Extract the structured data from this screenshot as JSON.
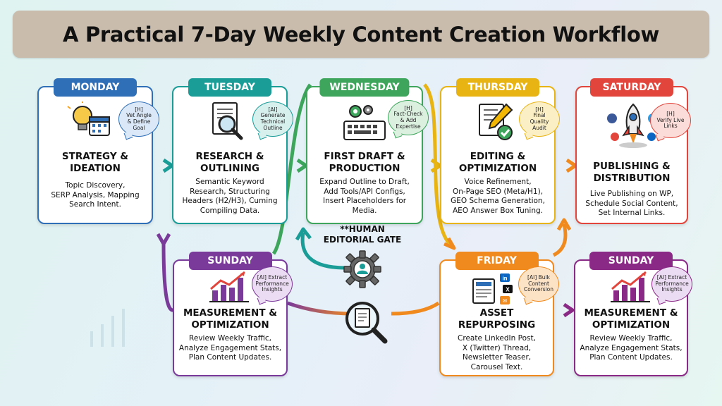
{
  "title": "A Practical 7-Day Weekly Content Creation Workflow",
  "colors": {
    "monday": "#2f6fb8",
    "tuesday": "#1a9c97",
    "wednesday": "#3ea65c",
    "thursday": "#e8b414",
    "saturday": "#e2453c",
    "sunday": "#7a3a9a",
    "friday": "#f08a1e"
  },
  "cards": {
    "monday": {
      "day": "MONDAY",
      "bubble": [
        "[H]",
        "Vet Angle",
        "& Define",
        "Goal"
      ],
      "title": [
        "STRATEGY &",
        "IDEATION"
      ],
      "body": [
        "Topic Discovery,",
        "SERP Analysis, Mapping",
        "Search Intent."
      ],
      "icon": "lightbulb-calendar-icon"
    },
    "tuesday": {
      "day": "TUESDAY",
      "bubble": [
        "[AI]",
        "Generate",
        "Technical",
        "Outline"
      ],
      "title": [
        "RESEARCH &",
        "OUTLINING"
      ],
      "body": [
        "Semantic Keyword",
        "Research, Structuring",
        "Headers (H2/H3), Cuming",
        "Compiling Data."
      ],
      "icon": "document-magnifier-icon"
    },
    "wednesday": {
      "day": "WEDNESDAY",
      "bubble": [
        "[H]",
        "Fact-Check",
        "& Add",
        "Expertise"
      ],
      "title": [
        "FIRST DRAFT &",
        "PRODUCTION"
      ],
      "body": [
        "Expand Outline to Draft,",
        "Add Tools/API Configs,",
        "Insert Placeholders for",
        "Media."
      ],
      "icon": "keyboard-gears-icon"
    },
    "thursday": {
      "day": "THURSDAY",
      "bubble": [
        "[H]",
        "Final",
        "Quality",
        "Audit"
      ],
      "title": [
        "EDITING &",
        "OPTIMIZATION"
      ],
      "body": [
        "Voice Refinement,",
        "On-Page SEO (Meta/H1),",
        "GEO Schema Generation,",
        "AEO Answer Box Tuning."
      ],
      "icon": "document-pencil-check-icon"
    },
    "saturday": {
      "day": "SATURDAY",
      "bubble": [
        "[H]",
        "Verify Live",
        "Links"
      ],
      "title": [
        "PUBLISHING &",
        "DISTRIBUTION"
      ],
      "body": [
        "Live Publishing on WP,",
        "Schedule Social Content,",
        "Set Internal Links."
      ],
      "icon": "rocket-social-icon"
    },
    "sunday_left": {
      "day": "SUNDAY",
      "bubble": [
        "[AI] Extract",
        "Performance",
        "Insights"
      ],
      "title": [
        "MEASUREMENT &",
        "OPTIMIZATION"
      ],
      "body": [
        "Review Weekly Traffic,",
        "Analyze Engagement Stats,",
        "Plan Content Updates."
      ],
      "icon": "bar-chart-arrow-icon"
    },
    "friday": {
      "day": "FRIDAY",
      "bubble": [
        "[AI] Bulk",
        "Content",
        "Conversion"
      ],
      "title": [
        "ASSET",
        "REPURPOSING"
      ],
      "body": [
        "Create LinkedIn Post,",
        "X (Twitter) Thread,",
        "Newsletter Teaser,",
        "Carousel Text."
      ],
      "icon": "newspaper-social-icon",
      "social_labels": [
        "in",
        "X",
        "✉"
      ]
    },
    "sunday_right": {
      "day": "SUNDAY",
      "bubble": [
        "[AI] Extract",
        "Performance",
        "Insights"
      ],
      "title": [
        "MEASUREMENT &",
        "OPTIMIZATION"
      ],
      "body": [
        "Review Weekly Traffic,",
        "Analyze Engagement Stats,",
        "Plan Content Updates."
      ],
      "icon": "bar-chart-arrow-icon"
    }
  },
  "gate": {
    "label": [
      "**HUMAN",
      "EDITORIAL GATE"
    ],
    "icon": "gear-person-icon"
  },
  "center_icon": "document-magnifier-icon"
}
